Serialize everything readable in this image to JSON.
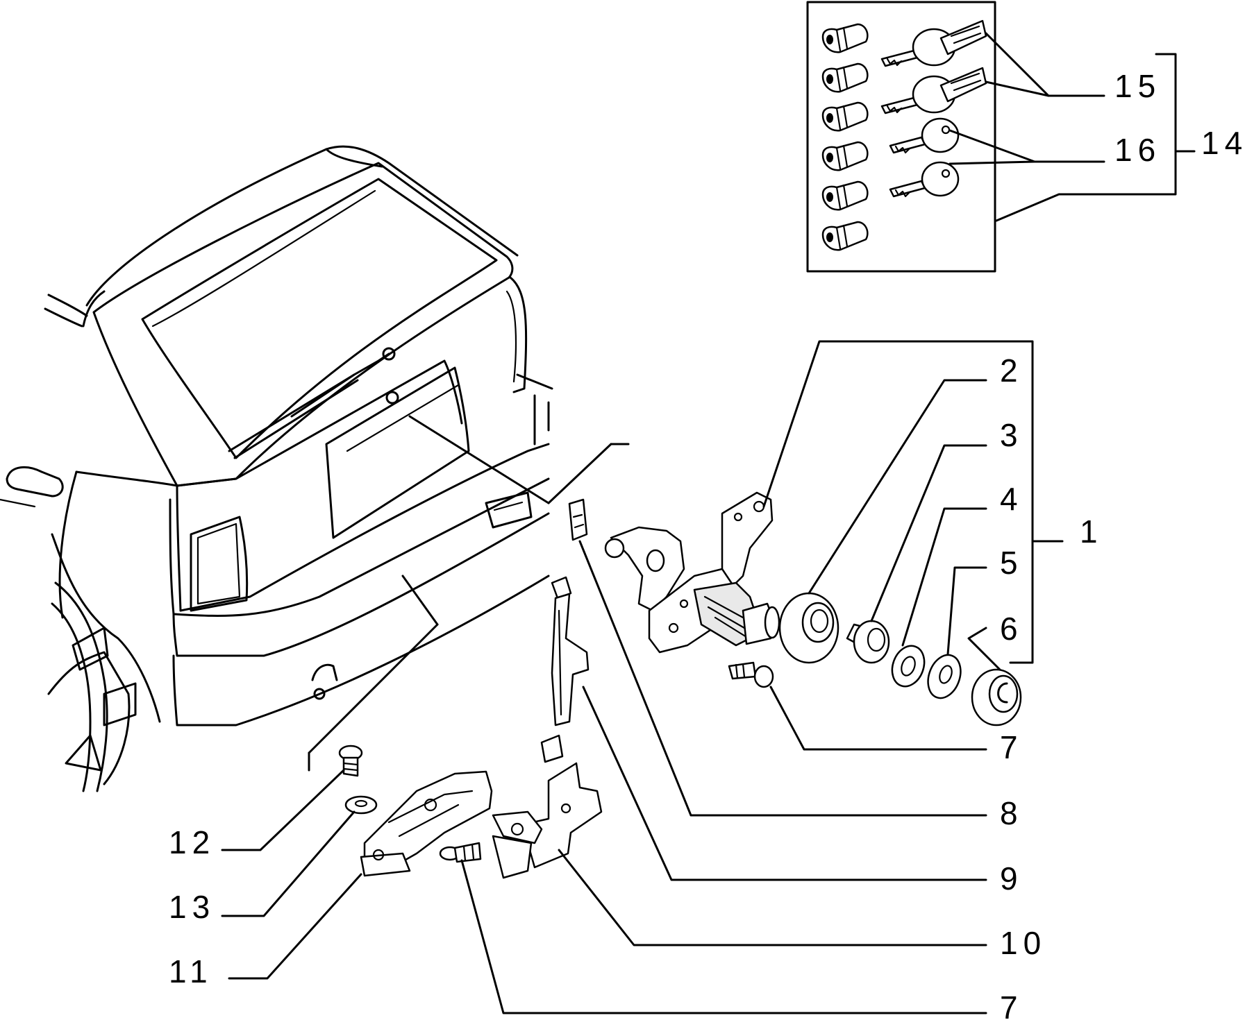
{
  "diagram": {
    "callouts": [
      {
        "id": "c1",
        "text": "1"
      },
      {
        "id": "c2",
        "text": "2"
      },
      {
        "id": "c3",
        "text": "3"
      },
      {
        "id": "c4",
        "text": "4"
      },
      {
        "id": "c5",
        "text": "5"
      },
      {
        "id": "c6",
        "text": "6"
      },
      {
        "id": "c7a",
        "text": "7"
      },
      {
        "id": "c8",
        "text": "8"
      },
      {
        "id": "c9",
        "text": "9"
      },
      {
        "id": "c10",
        "text": "10"
      },
      {
        "id": "c11",
        "text": "11"
      },
      {
        "id": "c7b",
        "text": "7"
      },
      {
        "id": "c12",
        "text": "12"
      },
      {
        "id": "c13",
        "text": "13"
      },
      {
        "id": "c14",
        "text": "14"
      },
      {
        "id": "c15",
        "text": "15"
      },
      {
        "id": "c16",
        "text": "16"
      }
    ]
  }
}
